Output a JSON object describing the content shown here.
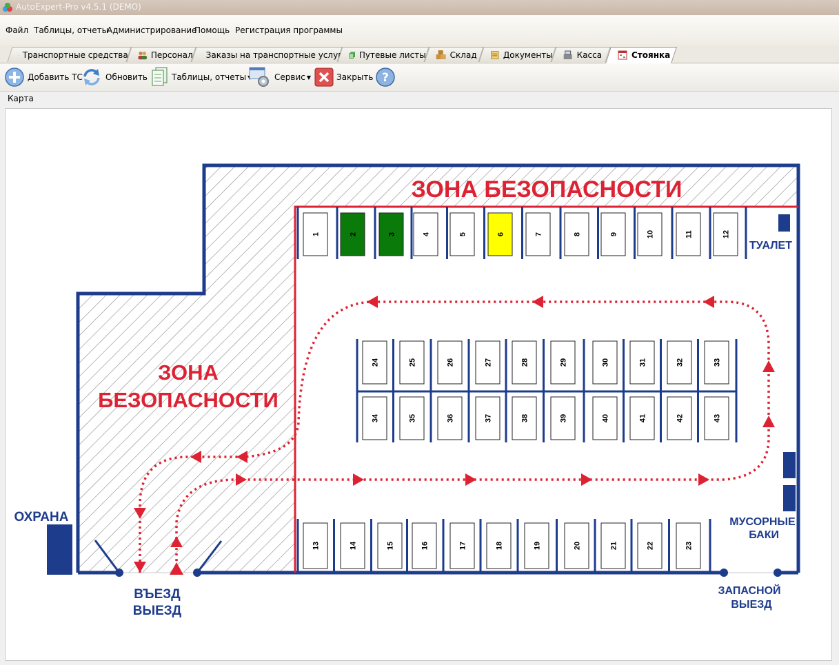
{
  "window": {
    "title": "AutoExpert-Pro v4.5.1 (DEMO)"
  },
  "menu": [
    "Файл",
    "Таблицы, отчеты",
    "Администрирование",
    "Помощь",
    "Регистрация программы"
  ],
  "tabs": [
    {
      "label": "Транспортные средства",
      "icon": "car-icon"
    },
    {
      "label": "Персонал",
      "icon": "people-icon"
    },
    {
      "label": "Заказы на транспортные услуги",
      "icon": "map-pin-icon"
    },
    {
      "label": "Путевые листы",
      "icon": "sheets-icon"
    },
    {
      "label": "Склад",
      "icon": "boxes-icon"
    },
    {
      "label": "Документы",
      "icon": "document-icon"
    },
    {
      "label": "Касса",
      "icon": "register-icon"
    },
    {
      "label": "Стоянка",
      "icon": "parking-icon",
      "active": true
    }
  ],
  "toolbar": {
    "add_label": "Добавить ТС",
    "refresh_label": "Обновить",
    "tables_label": "Таблицы, отчеты",
    "service_label": "Сервис",
    "close_label": "Закрыть"
  },
  "breadcrumb": "Карта",
  "map": {
    "safety_zone_top": "ЗОНА БЕЗОПАСНОСТИ",
    "safety_zone_left_line1": "ЗОНА",
    "safety_zone_left_line2": "БЕЗОПАСНОСТИ",
    "toilet": "ТУАЛЕТ",
    "guard": "ОХРАНА",
    "entry_line1": "ВЪЕЗД",
    "entry_line2": "ВЫЕЗД",
    "trash_line1": "МУСОРНЫЕ",
    "trash_line2": "БАКИ",
    "emergency_line1": "ЗАПАСНОЙ",
    "emergency_line2": "ВЫЕЗД",
    "colors": {
      "occupied": "#0a7a0a",
      "reserved": "#ffff00",
      "free": "#ffffff",
      "wall": "#1e3c8c",
      "accent": "#dd2233"
    },
    "spots_top": [
      {
        "n": "1",
        "status": "free"
      },
      {
        "n": "2",
        "status": "occupied"
      },
      {
        "n": "3",
        "status": "occupied"
      },
      {
        "n": "4",
        "status": "free"
      },
      {
        "n": "5",
        "status": "free"
      },
      {
        "n": "6",
        "status": "reserved"
      },
      {
        "n": "7",
        "status": "free"
      },
      {
        "n": "8",
        "status": "free"
      },
      {
        "n": "9",
        "status": "free"
      },
      {
        "n": "10",
        "status": "free"
      },
      {
        "n": "11",
        "status": "free"
      },
      {
        "n": "12",
        "status": "free"
      }
    ],
    "spots_middle_upper": [
      "24",
      "25",
      "26",
      "27",
      "28",
      "29",
      "30",
      "31",
      "32",
      "33"
    ],
    "spots_middle_lower": [
      "34",
      "35",
      "36",
      "37",
      "38",
      "39",
      "40",
      "41",
      "42",
      "43"
    ],
    "spots_bottom": [
      "13",
      "14",
      "15",
      "16",
      "17",
      "18",
      "19",
      "20",
      "21",
      "22",
      "23"
    ]
  }
}
